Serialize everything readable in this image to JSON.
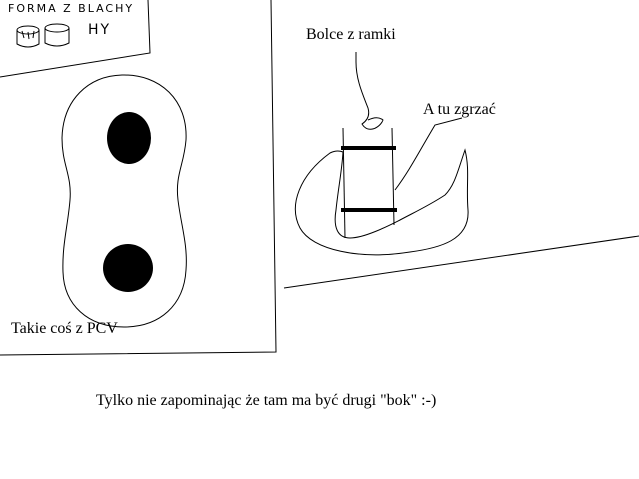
{
  "labels": {
    "handwritten_top": "FORMA Z BLACHY",
    "handwritten_sub": "HY",
    "pins": "Bolce z ramki",
    "weld": "A tu zgrzać",
    "pcv": "Takie coś z PCV",
    "note": "Tylko nie zapominając że tam ma być drugi \"bok\" :-)"
  },
  "colors": {
    "ink": "#000000",
    "paper": "#ffffff"
  }
}
